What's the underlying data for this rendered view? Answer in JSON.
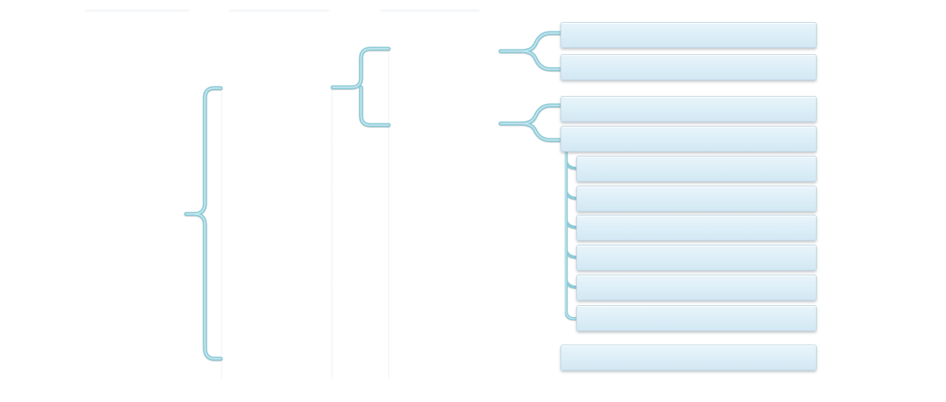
{
  "diagram": {
    "accent_color": "#8ccbd9",
    "accent_highlight": "#cbeaf1",
    "node_fill": "#dceef7",
    "node_border": "#c2d8e4",
    "nodes": [
      {
        "id": "node-1",
        "label": ""
      },
      {
        "id": "node-2",
        "label": ""
      },
      {
        "id": "node-3",
        "label": ""
      },
      {
        "id": "node-4",
        "label": ""
      },
      {
        "id": "node-4-1",
        "label": ""
      },
      {
        "id": "node-4-2",
        "label": ""
      },
      {
        "id": "node-4-3",
        "label": ""
      },
      {
        "id": "node-4-4",
        "label": ""
      },
      {
        "id": "node-4-5",
        "label": ""
      },
      {
        "id": "node-4-6",
        "label": ""
      },
      {
        "id": "node-5",
        "label": ""
      }
    ]
  }
}
